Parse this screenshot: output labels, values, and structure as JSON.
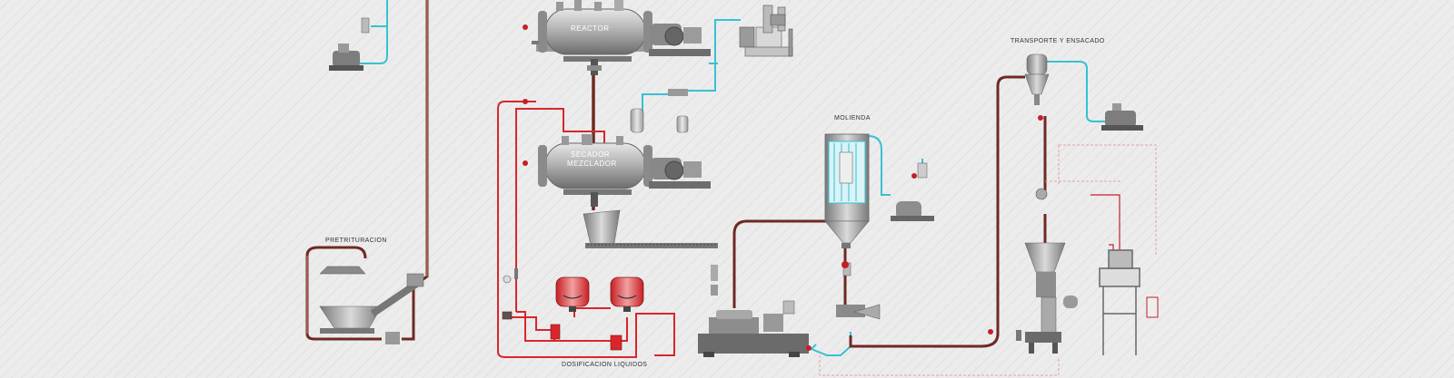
{
  "labels": {
    "reactor": "REACTOR",
    "secador_line1": "SECADOR",
    "secador_line2": "MEZCLADOR",
    "molienda": "MOLIENDA",
    "transporte": "TRANSPORTE Y ENSACADO",
    "pretrituracion": "PRETRITURACION",
    "dosificacion": "DOSIFICACION LIQUIDOS"
  },
  "colors": {
    "process_line": "#6e2a22",
    "liquid_line": "#d9262c",
    "vapor_line": "#35c2d2",
    "equipment": "#a7a7a7",
    "dashed_boundary": "#e6a0a0"
  }
}
